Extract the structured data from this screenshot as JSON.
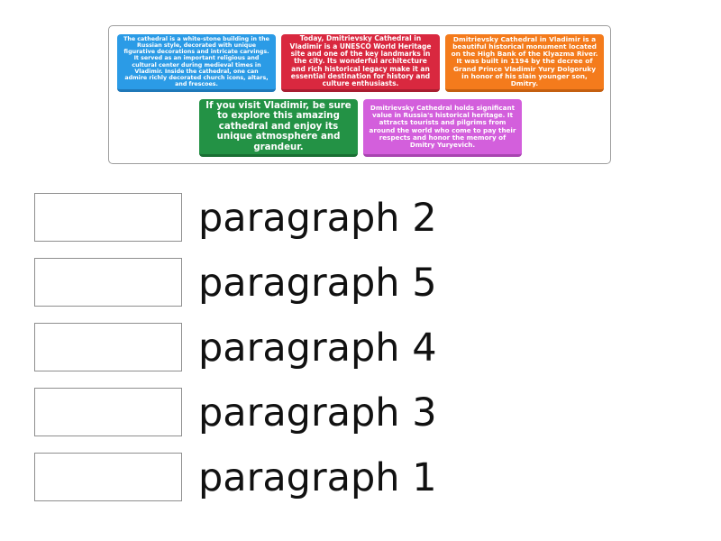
{
  "cards": [
    {
      "id": "card-1",
      "text": "The cathedral is a white-stone building in the Russian style, decorated with unique figurative decorations and intricate carvings. It served as an important religious and cultural center during medieval times in Vladimir. Inside the cathedral, one can admire richly decorated church icons, altars, and frescoes.",
      "color": "#2b9be6"
    },
    {
      "id": "card-2",
      "text": "Today, Dmitrievsky Cathedral in Vladimir is a UNESCO World Heritage site and one of the key landmarks in the city. Its wonderful architecture and rich historical legacy make it an essential destination for history and culture enthusiasts.",
      "color": "#d9283f"
    },
    {
      "id": "card-3",
      "text": "Dmitrievsky Cathedral in Vladimir is a beautiful historical monument located on the High Bank of the Klyazma River. It was built in 1194 by the decree of Grand Prince Vladimir Yury Dolgoruky in honor of his slain younger son, Dmitry.",
      "color": "#f47b1c"
    },
    {
      "id": "card-4",
      "text": "If you visit Vladimir, be sure to explore this amazing cathedral and enjoy its unique atmosphere and grandeur.",
      "color": "#239245"
    },
    {
      "id": "card-5",
      "text": "Dmitrievsky Cathedral holds significant value in Russia's historical heritage. It attracts tourists and pilgrims from around the world who come to pay their respects and honor the memory of Dmitry Yuryevich.",
      "color": "#d35fdc"
    }
  ],
  "targets": [
    {
      "label": "paragraph 2"
    },
    {
      "label": "paragraph 5"
    },
    {
      "label": "paragraph 4"
    },
    {
      "label": "paragraph 3"
    },
    {
      "label": "paragraph 1"
    }
  ]
}
